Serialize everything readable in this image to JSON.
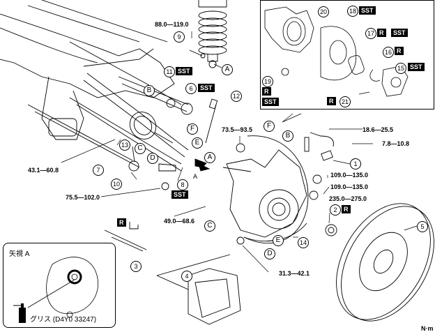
{
  "diagram": {
    "title": "Rear axle / hub exploded view",
    "unit": "N·m",
    "torques": {
      "t9": "88.0—119.0",
      "t7": "43.1—60.8",
      "t10": "75.5—102.0",
      "t_tie": "73.5—93.5",
      "t_sensor_bracket": "18.6—25.5",
      "t_sensor": "7.8—10.8",
      "t_knuckle_a": "109.0—135.0",
      "t_knuckle_b": "109.0—135.0",
      "t_hub_nut": "235.0—275.0",
      "t_caliper_bolt": "49.0—68.6",
      "t_dust": "31.3—42.1"
    },
    "part_numbers": [
      "1",
      "2",
      "3",
      "4",
      "5",
      "6",
      "7",
      "8",
      "9",
      "10",
      "11",
      "12",
      "13",
      "14",
      "15",
      "16",
      "17",
      "18",
      "19",
      "20",
      "21"
    ],
    "letters": [
      "A",
      "B",
      "C",
      "D",
      "E",
      "F"
    ],
    "tags": {
      "sst": "SST",
      "r": "R"
    },
    "view_a": {
      "arrow_label": "A",
      "title": "矢視 A",
      "grease_label": "グリス (D4Y0 33247)"
    }
  }
}
